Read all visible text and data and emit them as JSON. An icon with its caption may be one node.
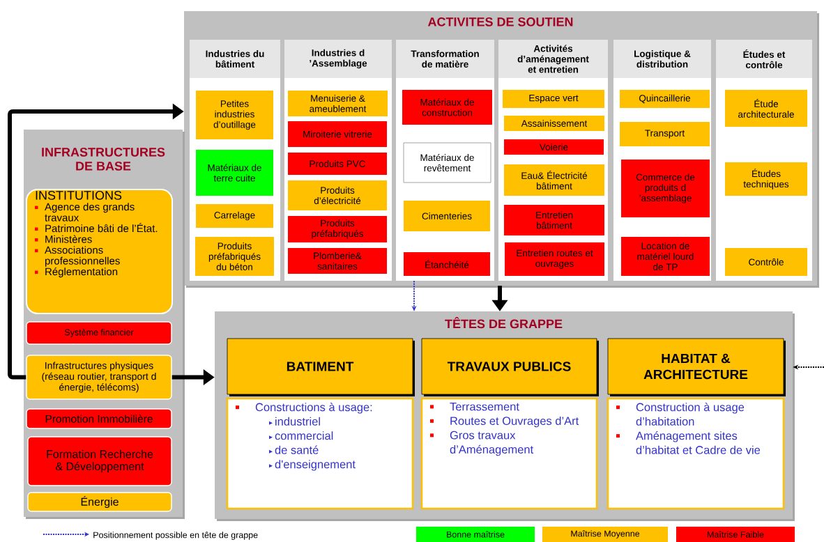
{
  "diagram": {
    "nodes": [
      {
        "text": [
          "ACTIVITES DE SOUTIEN"
        ]
      },
      {
        "text": [
          "Industries du bâtiment"
        ],
        "in": 0
      },
      {
        "text": [
          "Petites industries d’outillage"
        ],
        "in": 1
      },
      {
        "text": [
          "Matériaux de terre cuite"
        ],
        "in": 1
      },
      {
        "text": [
          "Carrelage"
        ],
        "in": 1
      },
      {
        "text": [
          "Produits préfabriqués du béton"
        ],
        "in": 1
      },
      {
        "text": [
          "Industries d ’Assemblage"
        ],
        "in": 0
      },
      {
        "text": [
          "Menuiserie & ameublement"
        ],
        "in": 6
      },
      {
        "text": [
          "Miroiterie vitrerie"
        ],
        "in": 6
      },
      {
        "text": [
          "Produits PVC"
        ],
        "in": 6
      },
      {
        "text": [
          "Produits d’électricité"
        ],
        "in": 6
      },
      {
        "text": [
          "Produits préfabriqués"
        ],
        "in": 6
      },
      {
        "text": [
          "Plomberie& sanitaires"
        ],
        "in": 6
      },
      {
        "text": [
          "Transformation de matière"
        ],
        "in": 0
      },
      {
        "text": [
          "Matériaux de construction"
        ],
        "in": 13
      },
      {
        "text": [
          "Matériaux de revêtement"
        ],
        "in": 13
      },
      {
        "text": [
          "Cimenteries"
        ],
        "in": 13
      },
      {
        "text": [
          "Étanchéité"
        ],
        "in": 13
      },
      {
        "text": [
          "Activités d’aménagement et entretien"
        ],
        "in": 0
      },
      {
        "text": [
          "Espace vert"
        ],
        "in": 18
      },
      {
        "text": [
          "Assainissement"
        ],
        "in": 18
      },
      {
        "text": [
          "Voierie"
        ],
        "in": 18
      },
      {
        "text": [
          "Eau& Électricité bâtiment"
        ],
        "in": 18
      },
      {
        "text": [
          "Entretien bâtiment"
        ],
        "in": 18
      },
      {
        "text": [
          "Entretien routes et ouvrages"
        ],
        "in": 18
      },
      {
        "text": [
          "Logistique & distribution"
        ],
        "in": 0
      },
      {
        "text": [
          "Quincaillerie"
        ],
        "in": 25
      },
      {
        "text": [
          "Transport"
        ],
        "in": 25
      },
      {
        "text": [
          "Commerce de produits d ’assemblage"
        ],
        "in": 25
      },
      {
        "text": [
          "Location de matériel lourd de TP"
        ],
        "in": 25
      },
      {
        "text": [
          "Études et contrôle"
        ],
        "in": 0
      },
      {
        "text": [
          "Étude architecturale"
        ],
        "in": 30
      },
      {
        "text": [
          "Études techniques"
        ],
        "in": 30
      },
      {
        "text": [
          "Contrôle"
        ],
        "in": 30
      },
      {
        "text": [
          "INFRASTRUCTURES DE BASE"
        ]
      },
      {
        "text": [
          "INSTITUTIONS",
          "Agence des grands travaux",
          "Patrimoine bâti de l’État.",
          "Ministères",
          "Associations professionnelles",
          "Réglementation"
        ],
        "in": 34
      },
      {
        "text": [
          "Système financier"
        ],
        "in": 34
      },
      {
        "text": [
          "Infrastructures physiques (réseau routier, transport d énergie, télécoms)"
        ],
        "in": 34
      },
      {
        "text": [
          "Promotion Immobilière"
        ],
        "in": 34
      },
      {
        "text": [
          "Formation Recherche & Développement"
        ],
        "in": 34
      },
      {
        "text": [
          "Énergie"
        ],
        "in": 34
      },
      {
        "text": [
          "TÊTES DE GRAPPE"
        ]
      },
      {
        "text": [
          "BATIMENT"
        ],
        "in": 41
      },
      {
        "text": [
          "Constructions à usage:",
          "industriel",
          "commercial",
          "de santé",
          "d'enseignement"
        ],
        "in": 41
      },
      {
        "text": [
          "TRAVAUX PUBLICS"
        ],
        "in": 41
      },
      {
        "text": [
          "Terrassement",
          "Routes et Ouvrages d’Art",
          "Gros travaux d’Aménagement"
        ],
        "in": 41
      },
      {
        "text": [
          "HABITAT & ARCHITECTURE"
        ],
        "in": 41
      },
      {
        "text": [
          "Construction à usage d’habitation",
          "Aménagement sites d’habitat et Cadre de vie"
        ],
        "in": 41
      }
    ],
    "edges": [
      {
        "from": 37,
        "to": 0,
        "arrow": "to"
      },
      {
        "from": 37,
        "to": 41,
        "arrow": "to"
      },
      {
        "from": 0,
        "to": 41,
        "arrow": "to"
      },
      {
        "from": 13,
        "to": 41,
        "arrow": "to",
        "style": "dashed",
        "color": "#3333cc"
      },
      {
        "from": null,
        "to": 41,
        "arrow": "to",
        "style": "dashed"
      }
    ],
    "legend": [
      {
        "text": "Positionnement possible en tête de grappe"
      },
      {
        "text": "Bonne maîtrise",
        "color": "#00ff00"
      },
      {
        "text": "Maîtrise Moyenne",
        "color": "#ffc000"
      },
      {
        "text": "Maîtrise Faible",
        "color": "#ff0000"
      }
    ]
  }
}
